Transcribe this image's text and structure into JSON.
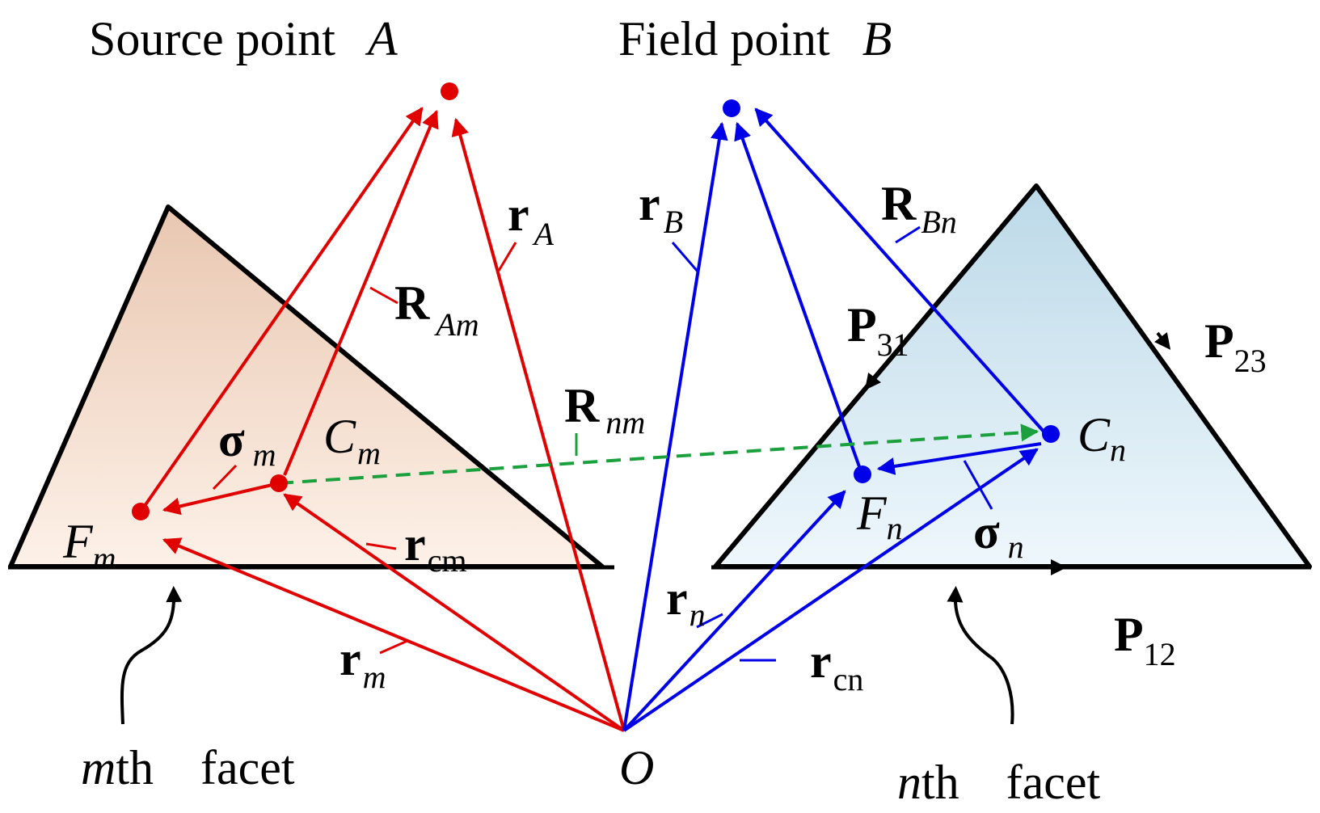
{
  "title_source": {
    "text": "Source point",
    "symbol": "A"
  },
  "title_field": {
    "text": "Field point",
    "symbol": "B"
  },
  "origin": "O",
  "facet_m": {
    "prefix": "m",
    "suffix": "th",
    "word": "facet"
  },
  "facet_n": {
    "prefix": "n",
    "suffix": "th",
    "word": "facet"
  },
  "labels": {
    "r_A": {
      "main": "r",
      "sub": "A"
    },
    "R_Am": {
      "main": "R",
      "sub": "Am"
    },
    "r_B": {
      "main": "r",
      "sub": "B"
    },
    "R_Bn": {
      "main": "R",
      "sub": "Bn"
    },
    "R_nm": {
      "main": "R",
      "sub": "nm"
    },
    "sigma_m": {
      "main": "σ",
      "sub": "m"
    },
    "C_m": {
      "main": "C",
      "sub": "m"
    },
    "F_m": {
      "main": "F",
      "sub": "m"
    },
    "r_cm": {
      "main": "r",
      "sub": "cm"
    },
    "r_m": {
      "main": "r",
      "sub": "m"
    },
    "P_31": {
      "main": "P",
      "sub": "31"
    },
    "P_23": {
      "main": "P",
      "sub": "23"
    },
    "P_12": {
      "main": "P",
      "sub": "12"
    },
    "C_n": {
      "main": "C",
      "sub": "n"
    },
    "F_n": {
      "main": "F",
      "sub": "n"
    },
    "sigma_n": {
      "main": "σ",
      "sub": "n"
    },
    "r_n": {
      "main": "r",
      "sub": "n"
    },
    "r_cn": {
      "main": "r",
      "sub": "cn"
    }
  },
  "colors": {
    "source": "#e00000",
    "field": "#0000e8",
    "separation": "#1aa03c",
    "facet_m_fill": "#f9e4d6",
    "facet_n_fill": "#dcedf6",
    "outline": "#000000"
  }
}
